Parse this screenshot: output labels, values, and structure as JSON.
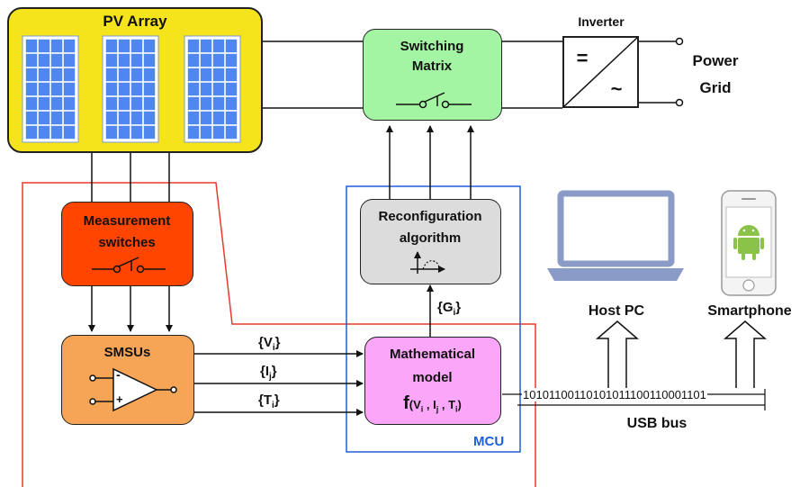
{
  "pv_array": {
    "title": "PV Array",
    "color": "#f5e31b"
  },
  "switching_matrix": {
    "title_line1": "Switching",
    "title_line2": "Matrix",
    "color": "#a3f5a3"
  },
  "inverter": {
    "title": "Inverter",
    "dc_symbol": "=",
    "ac_symbol": "~"
  },
  "power_grid": {
    "line1": "Power",
    "line2": "Grid"
  },
  "measurement_switches": {
    "line1": "Measurement",
    "line2": "switches",
    "color": "#ff4500"
  },
  "smsus": {
    "title": "SMSUs",
    "minus": "-",
    "plus": "+",
    "color": "#f6a456"
  },
  "reconfiguration": {
    "line1": "Reconfiguration",
    "line2": "algorithm",
    "color": "#dcdcdc"
  },
  "math_model": {
    "line1": "Mathematical",
    "line2": "model",
    "formula_f": "f",
    "color": "#fba6f8"
  },
  "signals": {
    "v_open": "{V",
    "v_sub": "i",
    "close": "}",
    "i_open": "{I",
    "i_sub": "j",
    "t_open": "{T",
    "t_sub": "i",
    "g_open": "{G",
    "g_sub": "i"
  },
  "formula": {
    "open": "(V",
    "sub_i": "i",
    "comma1": " , I",
    "sub_j": "j",
    "comma2": " , T",
    "sub_i2": "i",
    "close": ")"
  },
  "mcu_label": "MCU",
  "host_pc_label": "Host PC",
  "smartphone_label": "Smartphone",
  "usb_bits": "10101100110101011100110001101",
  "usb_label": "USB bus",
  "colors": {
    "red_line": "#e83a2e",
    "mcu_blue": "#1f5fd6",
    "laptop": "#8a9bc8",
    "android_green": "#8bc34a"
  }
}
